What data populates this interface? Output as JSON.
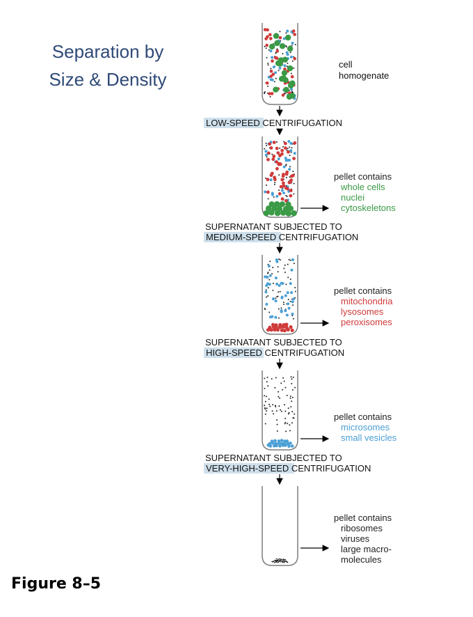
{
  "title": {
    "line1": "Separation by",
    "line2": "Size & Density"
  },
  "figure_label": "Figure 8–5",
  "colors": {
    "title": "#2f4a77",
    "green": "#3a9a45",
    "red": "#cf3a3a",
    "blue": "#4a9fd5",
    "highlight": "#cfe0ec"
  },
  "start": {
    "line1": "cell",
    "line2": "homogenate"
  },
  "steps": [
    {
      "line1": "",
      "highlight": "LOW-SPEED",
      "rest": " CENTRIFUGATION"
    },
    {
      "line1": "SUPERNATANT SUBJECTED TO",
      "highlight": "MEDIUM-SPEED",
      "rest": " CENTRIFUGATION"
    },
    {
      "line1": "SUPERNATANT SUBJECTED TO",
      "highlight": "HIGH-SPEED",
      "rest": " CENTRIFUGATION"
    },
    {
      "line1": "SUPERNATANT SUBJECTED TO",
      "highlight": "VERY-HIGH-SPEED",
      "rest": " CENTRIFUGATION"
    }
  ],
  "pellets": [
    {
      "heading": "pellet contains",
      "color": "#3a9a45",
      "items": [
        "whole cells",
        "nuclei",
        "cytoskeletons"
      ]
    },
    {
      "heading": "pellet contains",
      "color": "#cf3a3a",
      "items": [
        "mitochondria",
        "lysosomes",
        "peroxisomes"
      ]
    },
    {
      "heading": "pellet contains",
      "color": "#4a9fd5",
      "items": [
        "microsomes",
        "small vesicles"
      ]
    },
    {
      "heading": "pellet contains",
      "color": "#222222",
      "items": [
        "ribosomes",
        "viruses",
        "large macro-",
        "molecules"
      ]
    }
  ]
}
